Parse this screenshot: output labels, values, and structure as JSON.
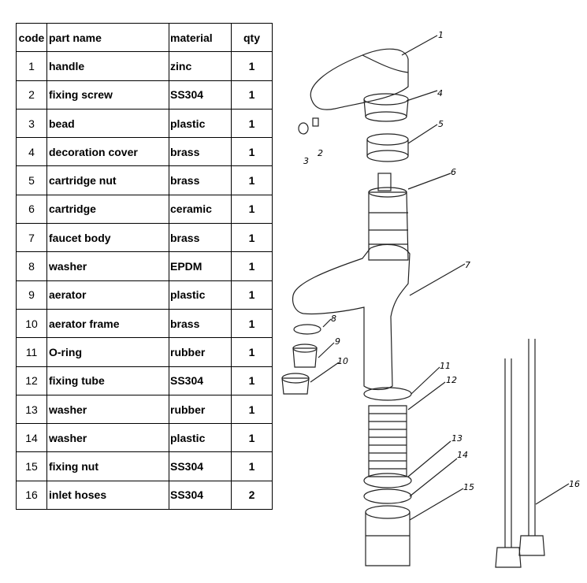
{
  "table": {
    "headers": {
      "code": "code",
      "name": "part name",
      "material": "material",
      "qty": "qty"
    },
    "rows": [
      {
        "code": "1",
        "name": "handle",
        "material": "zinc",
        "qty": "1"
      },
      {
        "code": "2",
        "name": "fixing screw",
        "material": "SS304",
        "qty": "1"
      },
      {
        "code": "3",
        "name": "bead",
        "material": "plastic",
        "qty": "1"
      },
      {
        "code": "4",
        "name": "decoration cover",
        "material": "brass",
        "qty": "1"
      },
      {
        "code": "5",
        "name": "cartridge nut",
        "material": "brass",
        "qty": "1"
      },
      {
        "code": "6",
        "name": "cartridge",
        "material": "ceramic",
        "qty": "1"
      },
      {
        "code": "7",
        "name": "faucet body",
        "material": "brass",
        "qty": "1"
      },
      {
        "code": "8",
        "name": "washer",
        "material": "EPDM",
        "qty": "1"
      },
      {
        "code": "9",
        "name": "aerator",
        "material": "plastic",
        "qty": "1"
      },
      {
        "code": "10",
        "name": "aerator frame",
        "material": "brass",
        "qty": "1"
      },
      {
        "code": "11",
        "name": "O-ring",
        "material": "rubber",
        "qty": "1"
      },
      {
        "code": "12",
        "name": "fixing tube",
        "material": "SS304",
        "qty": "1"
      },
      {
        "code": "13",
        "name": "washer",
        "material": "rubber",
        "qty": "1"
      },
      {
        "code": "14",
        "name": "washer",
        "material": "plastic",
        "qty": "1"
      },
      {
        "code": "15",
        "name": "fixing nut",
        "material": "SS304",
        "qty": "1"
      },
      {
        "code": "16",
        "name": "inlet hoses",
        "material": "SS304",
        "qty": "2"
      }
    ]
  },
  "diagram": {
    "callouts": [
      "1",
      "2",
      "3",
      "4",
      "5",
      "6",
      "7",
      "8",
      "9",
      "10",
      "11",
      "12",
      "13",
      "14",
      "15",
      "16"
    ]
  }
}
